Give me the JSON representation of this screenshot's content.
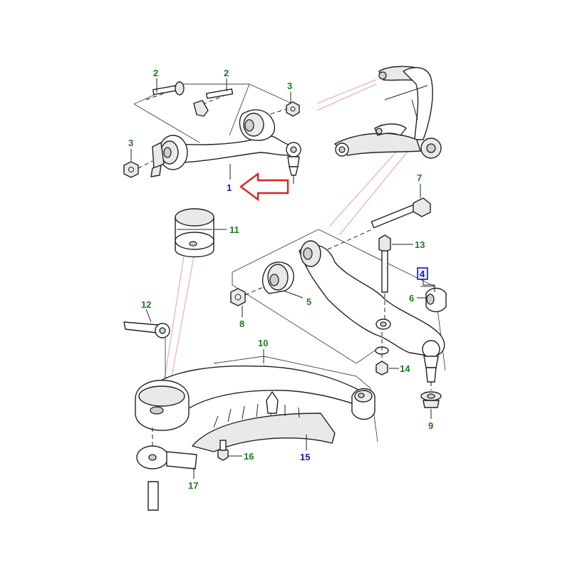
{
  "diagram": {
    "callouts": {
      "c1": "1",
      "c2a": "2",
      "c2b": "2",
      "c3a": "3",
      "c3b": "3",
      "c4": "4",
      "c5": "5",
      "c6": "6",
      "c7": "7",
      "c8": "8",
      "c9": "9",
      "c10": "10",
      "c11": "11",
      "c12": "12",
      "c13": "13",
      "c14": "14",
      "c15": "15",
      "c16": "16",
      "c17": "17"
    },
    "colors": {
      "label_green": "#1f7a1f",
      "label_blue": "#1a1aa8",
      "highlight_arrow": "#e02020",
      "reference_lines": "#e8a0a0"
    }
  }
}
